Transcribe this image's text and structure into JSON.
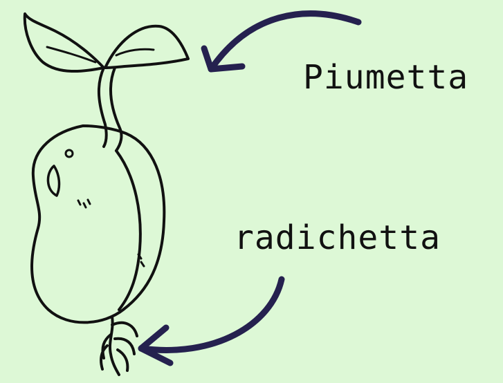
{
  "labels": {
    "plumule": "Piumetta",
    "radicle": "radichetta"
  },
  "colors": {
    "background": "#ddf8d6",
    "outline": "#111111",
    "arrow": "#25214f"
  },
  "icons": {
    "seedling": "sprouting-bean-seed-illustration"
  }
}
